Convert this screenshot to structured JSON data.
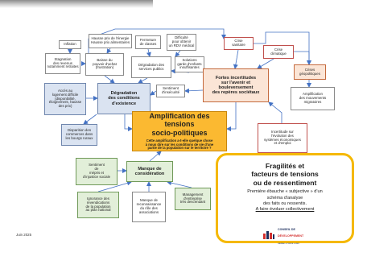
{
  "center": {
    "title": "Amplification des tensions\nsocio-politiques",
    "subtitle": "Cette amplification a-t-elle quelque chose\nà nous dire sur les conditions de vie d'une\npartie de la population sur le territoire ?"
  },
  "nodes": {
    "inflation": "Inflation",
    "hausse_prix": "Hausse prix de l'énergie\nHausse prix alimentaires",
    "fermeture_classes": "Fermeture\nde classes",
    "difficulte_rdv": "Difficulté\npour obtenir\nun RDV médical",
    "crise_sanitaire": "Crise\nsanitaire",
    "crise_climatique": "Crise\nclimatique",
    "stagnation": "Stagnation\ndes revenus\nnotamment retraites",
    "baisse_pouvoir": "Baisse du\npouvoir d'achat\n(frustration)",
    "degradation_services": "Dégradation des\nservices publics",
    "solutions_garde": "Solutions\ngarde d'enfants\ninsuffisantes",
    "crises_geo": "Crises\ngéopolitiques",
    "fortes_incertitudes": "Fortes incertitudes\nsur l'avenir et\nbouleversement\ndes repères sociétaux",
    "acces_logement": "Accès au\nlogement difficile\n(disponibilité,\néloignement, hausse\ndes prix)",
    "degradation_conditions": "Dégradation\ndes conditions\nd'existence",
    "sentiment_insecurite": "Sentiment\nd'insécurité",
    "amplification_migrations": "Amplification\ndes mouvements\nmigratoires",
    "disparition_commerces": "Disparition des\ncommerces dans\nles bourgs ruraux",
    "incertitude_eco": "Incertitude sur\nl'évolution des\nsystèmes économiques\net d'emploi",
    "sentiment_mepris": "Sentiment\nde\nmépris et\nd'injustice sociale",
    "manque_consideration": "Manque de\nconsidération",
    "ignorance": "Ignorance des\nrevendications\nde la population\nau plan national",
    "manque_reconnaissance": "Manque de\nreconnaissance\ndu rôle des\nassociations",
    "management": "Management\nd'entreprise\ntrès descendant"
  },
  "panel": {
    "title": "Fragilités et\nfacteurs de tensions\nou de ressentiment",
    "desc": "Première ébauche « subjective » d'un\nschéma d'analyse\ndes faits ou ressentis.",
    "underlined": "A faire évoluer collectivement",
    "logo_conseil": "CONSEIL DE",
    "logo_dev": "DÉVELOPPEMENT",
    "logo_sub": "LAMBALLE TERRE & MER"
  },
  "date": "Juin 2025",
  "colors": {
    "green_fill": "#e2efd9",
    "blue_fill": "#dae3f1",
    "peach_fill": "#fbe5d6",
    "orange_fill": "#fbb931",
    "arrow": "#4472c4",
    "panel_border": "#f5b800"
  },
  "icons": [
    "logo-icon"
  ]
}
